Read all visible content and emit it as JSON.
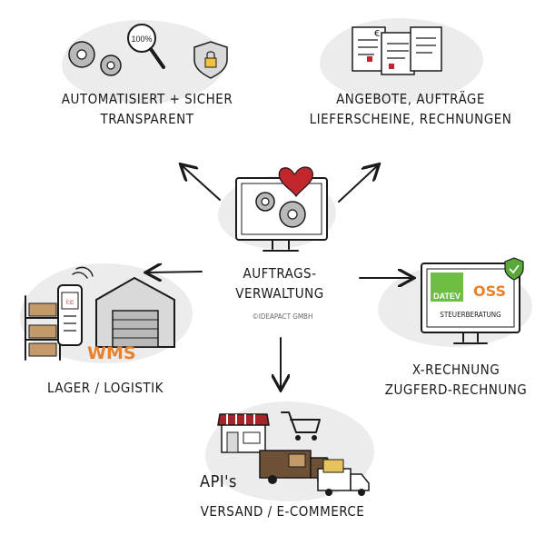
{
  "center": {
    "title_line1": "AUFTRAGS-",
    "title_line2": "VERWALTUNG",
    "copyright": "©IdeaPACT GmbH"
  },
  "nodes": {
    "top_left": {
      "line1": "AUTOMATISIERT + SICHER",
      "line2": "TRANSPARENT",
      "magnifier_text": "100%"
    },
    "top_right": {
      "line1": "ANGEBOTE, AUFTRÄGE",
      "line2": "LIEFERSCHEINE, RECHNUNGEN",
      "currency_symbol": "€"
    },
    "left": {
      "line1": "LAGER / LOGISTIK",
      "wms_label": "WMS",
      "scanner_logo": "i:c"
    },
    "right": {
      "line1": "X-RECHNUNG",
      "line2": "ZUGFERD-RECHNUNG",
      "datev": "DATEV",
      "oss": "OSS",
      "steuer": "STEUERBERATUNG"
    },
    "bottom": {
      "line1": "API's",
      "line2": "VERSAND / E-COMMERCE"
    }
  },
  "colors": {
    "heart": "#c0262c",
    "wms_orange": "#e9812a",
    "datev_green": "#6fbe44",
    "shield_green": "#5aa83a",
    "oss_orange": "#e9812a",
    "box_brown": "#c59a6b",
    "truck_brown": "#6d5136",
    "awning_red": "#a5262a",
    "blob_gray": "#ececec"
  }
}
